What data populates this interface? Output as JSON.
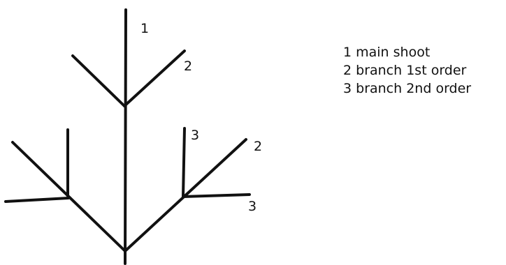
{
  "diagram": {
    "line_color": "#111111",
    "marks": {
      "main_shoot": "1",
      "upper_branch_1st": "2",
      "right_branch_1st": "2",
      "right_branch_2nd_upper": "3",
      "right_branch_2nd_lower": "3"
    }
  },
  "legend": {
    "items": [
      "1 main shoot",
      "2 branch 1st order",
      "3 branch 2nd order"
    ]
  }
}
